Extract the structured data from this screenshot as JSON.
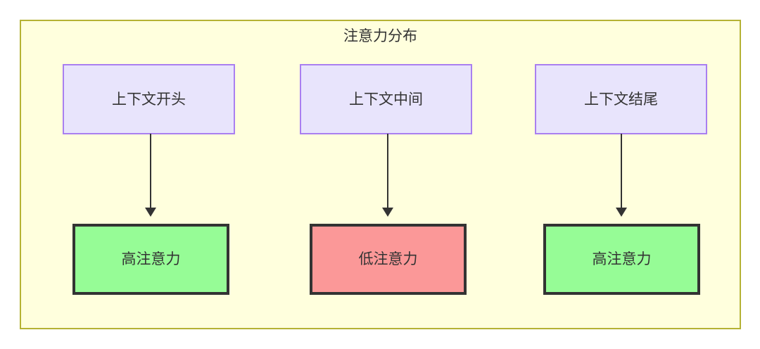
{
  "diagram": {
    "title": "注意力分布",
    "container": {
      "fill": "#ffffdd",
      "border": "#b5b234"
    },
    "columns": [
      {
        "id": "start",
        "context": {
          "label": "上下文开头",
          "fill": "#e8e4fc",
          "border": "#a97ff0"
        },
        "attention": {
          "label": "高注意力",
          "fill": "#96fc96",
          "border": "#333333",
          "level": "high"
        },
        "connector": {
          "type": "arrow",
          "direction": "down"
        }
      },
      {
        "id": "middle",
        "context": {
          "label": "上下文中间",
          "fill": "#e8e4fc",
          "border": "#a97ff0"
        },
        "attention": {
          "label": "低注意力",
          "fill": "#fb9898",
          "border": "#333333",
          "level": "low"
        },
        "connector": {
          "type": "arrow",
          "direction": "down"
        }
      },
      {
        "id": "end",
        "context": {
          "label": "上下文结尾",
          "fill": "#e8e4fc",
          "border": "#a97ff0"
        },
        "attention": {
          "label": "高注意力",
          "fill": "#96fc96",
          "border": "#333333",
          "level": "high"
        },
        "connector": {
          "type": "arrow",
          "direction": "down"
        }
      }
    ]
  }
}
